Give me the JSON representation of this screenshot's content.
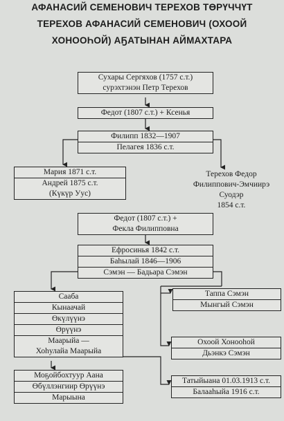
{
  "title": {
    "line1": "АФАНАСИЙ СЕМЕНОВИЧ ТЕРЕХОВ ТӨРҮЧЧҮТ",
    "line2": "ТЕРЕХОВ АФАНАСИЙ СЕМЕНОВИЧ (ОХООЙ",
    "line3": "ХОНООҺОЙ) АҔАТЫНАН АЙМАХТАРА"
  },
  "boxes": {
    "root": [
      "Сухары Сергяхов (1757 с.т.)",
      "сурэхтэнэн Петр Терехов"
    ],
    "fedot1": [
      "Федот (1807 с.т.) + Ксенья"
    ],
    "filipp": [
      "Филипп 1832—1907",
      "Пелагея 1836 с.т."
    ],
    "mariya": [
      "Мария 1871 с.т.",
      "Андрей 1875 с.т.",
      "(Күкүр Уус)"
    ],
    "fedor": [
      "Терехов Федор",
      "Филиппович-Эмчиирэ",
      "Суодэр",
      "1854 с.т."
    ],
    "fedot2": [
      "Федот (1807 с.т.) +",
      "Фекла Филипповна"
    ],
    "efrosinya": [
      "Ефросинья 1842 с.т.",
      "Баһылай 1846—1906",
      "Сэмэн — Бадьара Сэмэн"
    ],
    "saaba": [
      "Сааба",
      "Кынаачай",
      "Өкүлүүнэ",
      "Өрүүнэ",
      "Маарыйа —",
      "Хоһулайа Маарыйа"
    ],
    "tappa": [
      "Таппа Сэмэн",
      "Мынгый Сэмэн"
    ],
    "okhooi": [
      "Охоой Хонооһой",
      "Дьэнкэ Сэмэн"
    ],
    "mogoi": [
      "Моҕойбохтуур Аана",
      "Өбүллэнгиир Өрүүнэ",
      "Марыына"
    ],
    "tatyana": [
      "Татыйыана 01.03.1913 с.т.",
      "Балааһыйа 1916 с.т."
    ]
  }
}
